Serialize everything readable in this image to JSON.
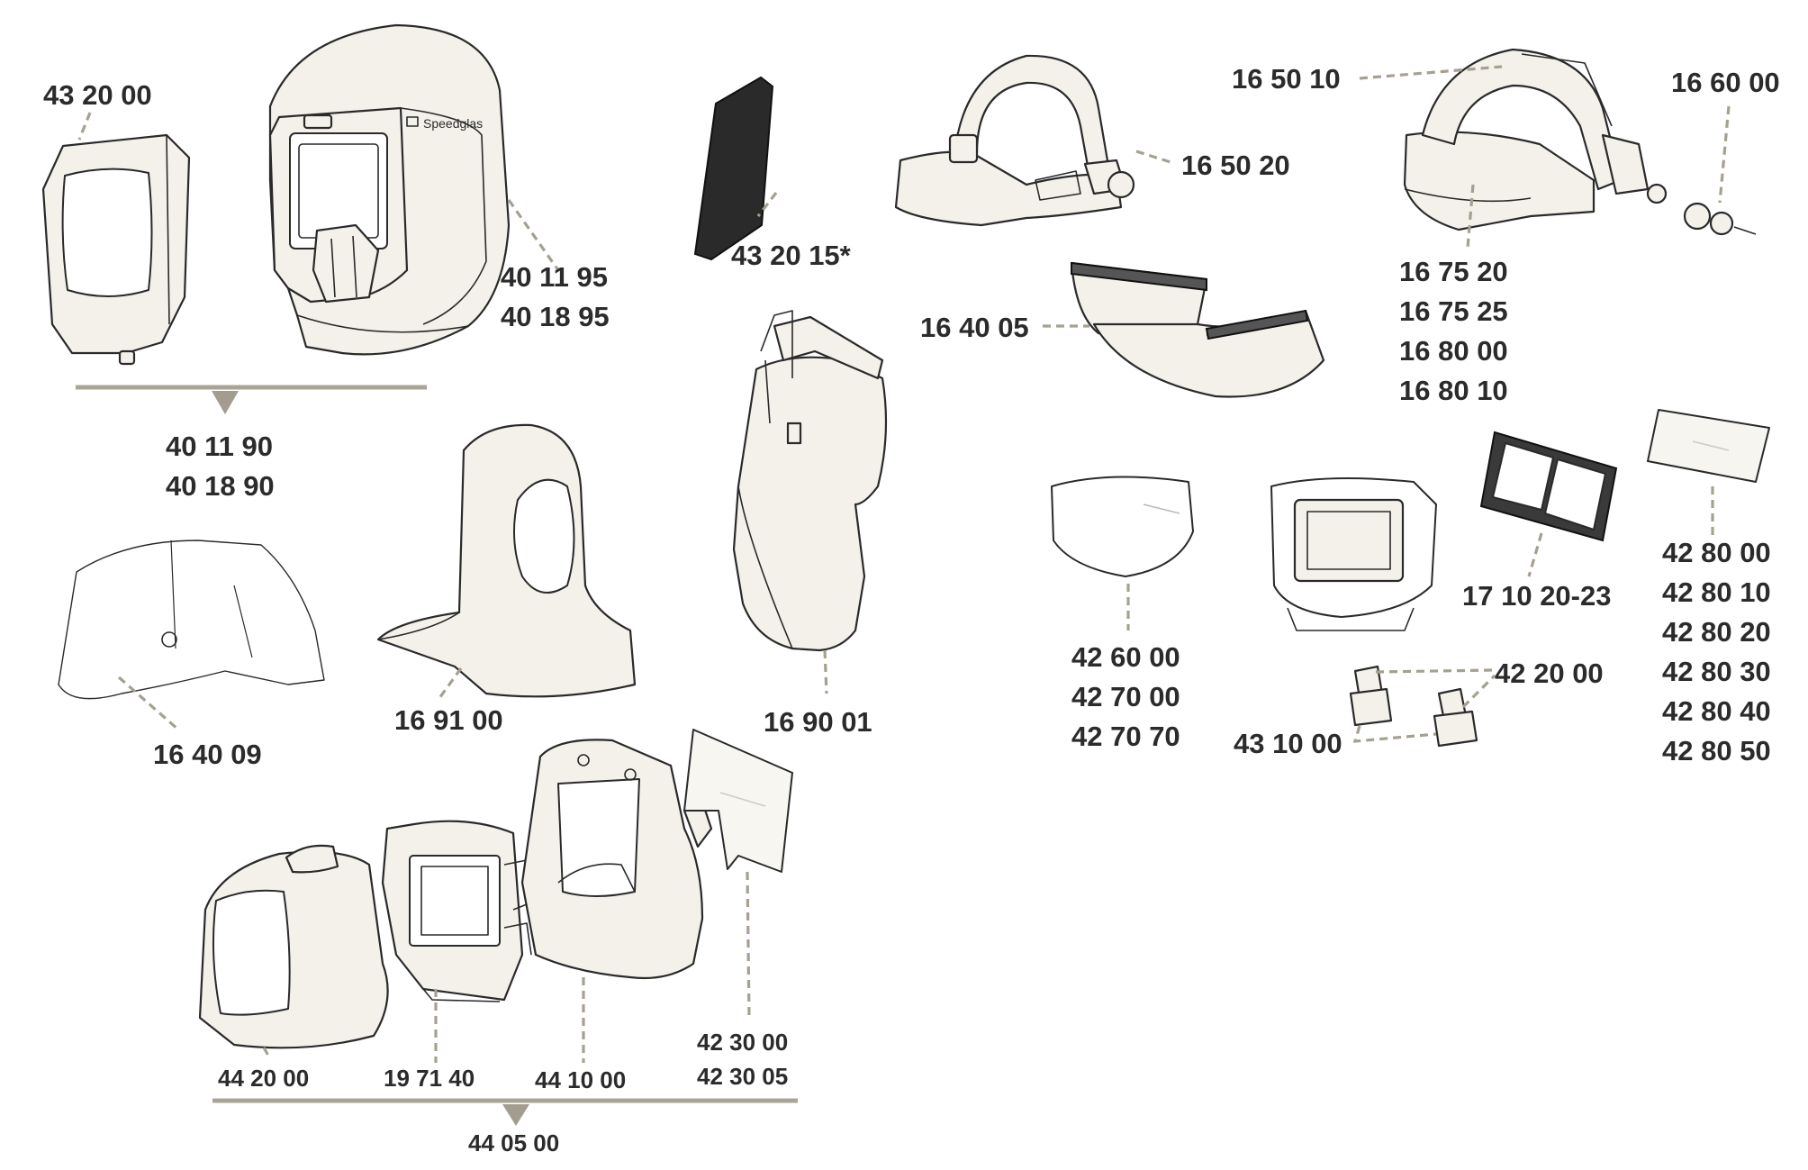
{
  "labels": {
    "l_432000": "43 20 00",
    "l_401195": "40 11 95",
    "l_401895": "40 18 95",
    "l_401190": "40 11 90",
    "l_401890": "40 18 90",
    "l_432015": "43 20 15*",
    "l_165020": "16 50 20",
    "l_165010": "16 50 10",
    "l_166000": "16 60 00",
    "l_167520": "16 75 20",
    "l_167525": "16 75 25",
    "l_168000": "16 80 00",
    "l_168010": "16 80 10",
    "l_164005": "16 40 05",
    "l_164009": "16 40 09",
    "l_169100": "16 91 00",
    "l_169001": "16 90 01",
    "l_426000": "42 60 00",
    "l_427000": "42 70 00",
    "l_427070": "42 70 70",
    "l_171020": "17 10 20-23",
    "l_428000": "42 80 00",
    "l_428010": "42 80 10",
    "l_428020": "42 80 20",
    "l_428030": "42 80 30",
    "l_428040": "42 80 40",
    "l_428050": "42 80 50",
    "l_422000": "42 20 00",
    "l_431000": "43 10 00",
    "l_442000": "44 20 00",
    "l_197140": "19 71 40",
    "l_441000": "44 10 00",
    "l_423000": "42 30 00",
    "l_423005": "42 30 05",
    "l_440500": "44 05 00"
  },
  "branding": {
    "helmet_logo": "Speedglas"
  }
}
